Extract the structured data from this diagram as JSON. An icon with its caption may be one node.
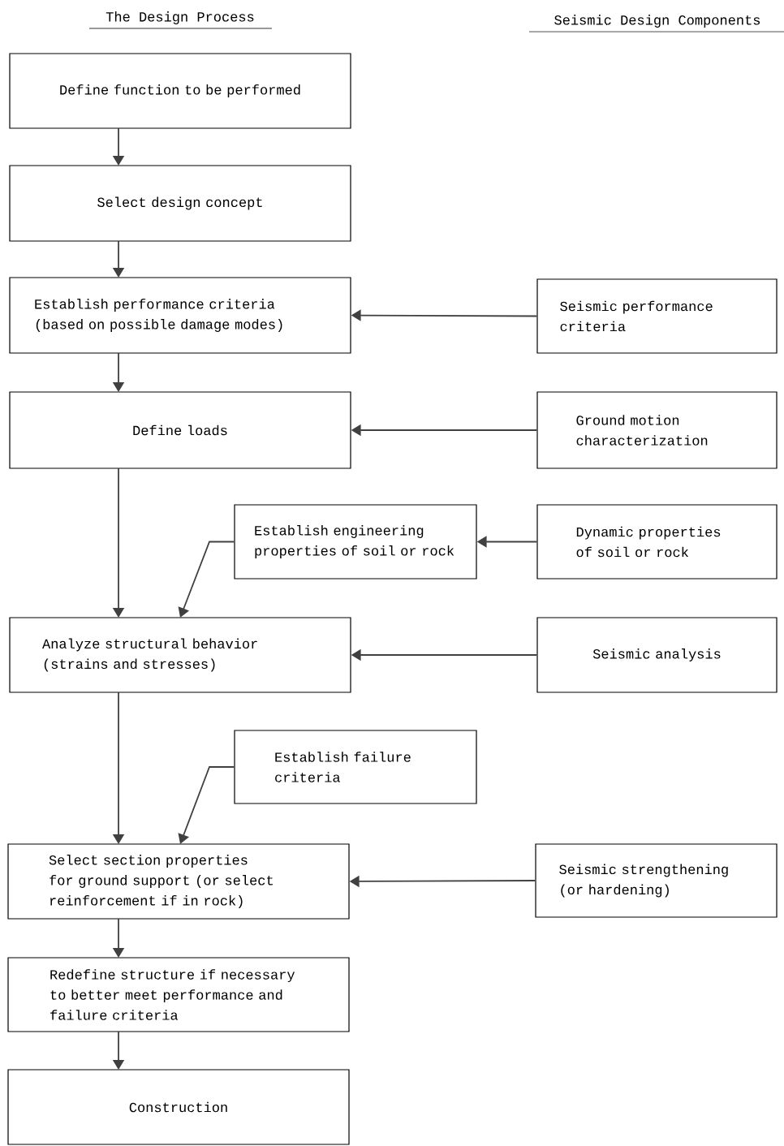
{
  "diagram": {
    "nodes": [
      {
        "text": [
          "Define function to be performed"
        ]
      },
      {
        "text": [
          "Select design concept"
        ]
      },
      {
        "text": [
          "Establish performance criteria (based on possible damage modes)"
        ]
      },
      {
        "text": [
          "Seismic performance criteria"
        ]
      },
      {
        "text": [
          "Define loads"
        ]
      },
      {
        "text": [
          "Ground motion characterization"
        ]
      },
      {
        "text": [
          "Establish engineering properties of soil or rock"
        ]
      },
      {
        "text": [
          "Dynamic properties of soil or rock"
        ]
      },
      {
        "text": [
          "Analyze structural behavior (strains and stresses)"
        ]
      },
      {
        "text": [
          "Seismic analysis"
        ]
      },
      {
        "text": [
          "Establish failure criteria"
        ]
      },
      {
        "text": [
          "Select section properties for ground support (or select reinforcement if in rock)"
        ]
      },
      {
        "text": [
          "Seismic strengthening (or hardening)"
        ]
      },
      {
        "text": [
          "Redefine structure if necessary to better meet performance and failure criteria"
        ]
      },
      {
        "text": [
          "Construction"
        ]
      }
    ],
    "edges": [
      {
        "from": 0,
        "to": 1,
        "arrow": "to"
      },
      {
        "from": 1,
        "to": 2,
        "arrow": "to"
      },
      {
        "from": 3,
        "to": 2,
        "arrow": "to"
      },
      {
        "from": 2,
        "to": 4,
        "arrow": "to"
      },
      {
        "from": 5,
        "to": 4,
        "arrow": "to"
      },
      {
        "from": 4,
        "to": 8,
        "arrow": "to"
      },
      {
        "from": 7,
        "to": 6,
        "arrow": "to"
      },
      {
        "from": 6,
        "to": 8,
        "arrow": "to"
      },
      {
        "from": 9,
        "to": 8,
        "arrow": "to"
      },
      {
        "from": 8,
        "to": 11,
        "arrow": "to"
      },
      {
        "from": 10,
        "to": 11,
        "arrow": "to"
      },
      {
        "from": 12,
        "to": 11,
        "arrow": "to"
      },
      {
        "from": 11,
        "to": 13,
        "arrow": "to"
      },
      {
        "from": 13,
        "to": 14,
        "arrow": "to"
      }
    ],
    "labels": [
      "The Design Process",
      "Seismic Design Components"
    ]
  }
}
